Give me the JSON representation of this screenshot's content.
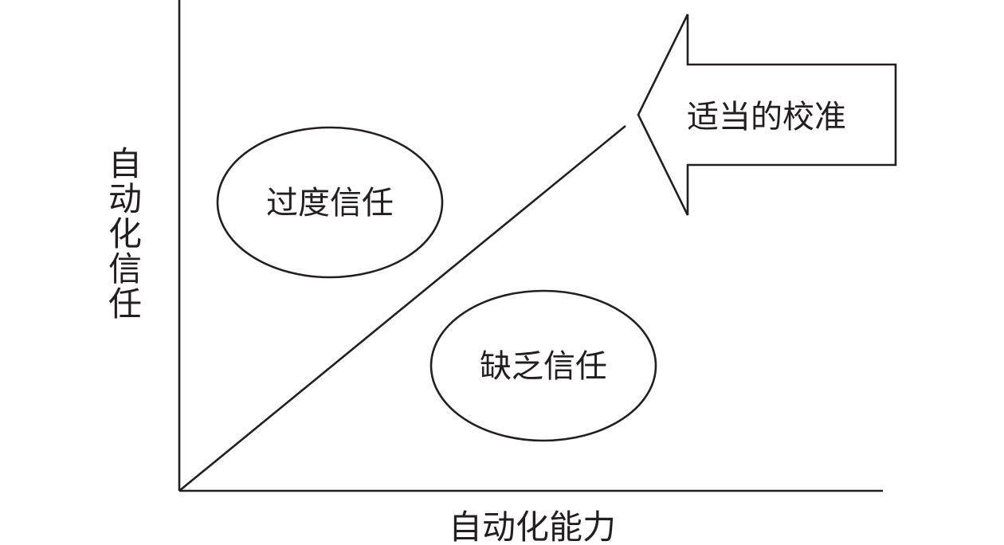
{
  "diagram": {
    "x_axis_label": "自动化能力",
    "y_axis_label": "自动化信任",
    "upper_region_label": "过度信任",
    "lower_region_label": "缺乏信任",
    "arrow_label": "适当的校准",
    "stroke_color": "#231f20",
    "background_color": "#ffffff"
  }
}
